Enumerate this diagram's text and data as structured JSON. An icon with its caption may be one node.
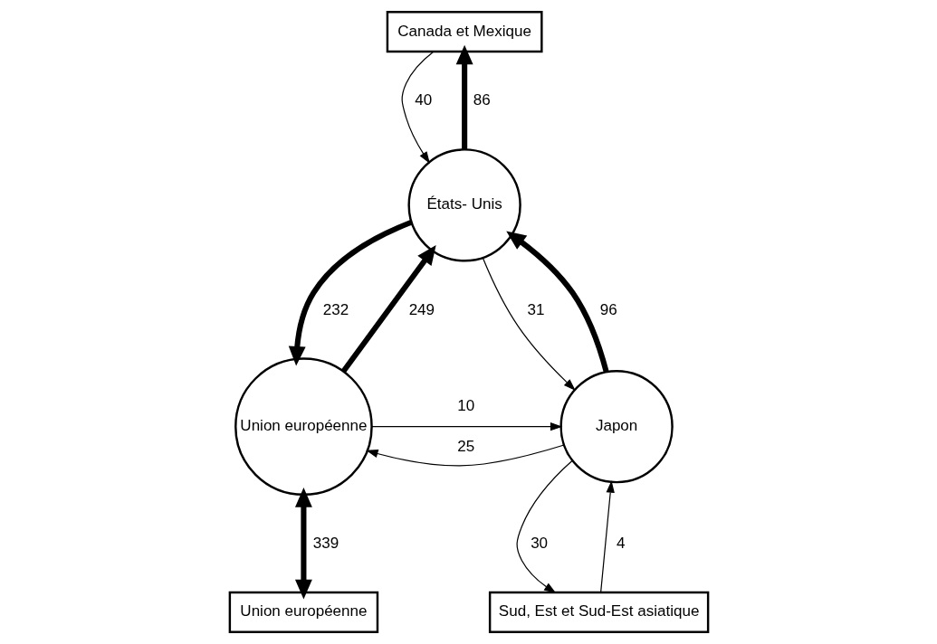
{
  "diagram": {
    "nodes": [
      {
        "text": [
          "Canada et Mexique"
        ]
      },
      {
        "text": [
          "États- Unis"
        ]
      },
      {
        "text": [
          "Union européenne"
        ]
      },
      {
        "text": [
          "Japon"
        ]
      },
      {
        "text": [
          "Union européenne"
        ]
      },
      {
        "text": [
          "Sud, Est et Sud-Est asiatique"
        ]
      }
    ],
    "edges": [
      {
        "from": 1,
        "to": 0,
        "arrow": "to",
        "label": "86",
        "style": "thick"
      },
      {
        "from": 0,
        "to": 1,
        "arrow": "to",
        "label": "40"
      },
      {
        "from": 2,
        "to": 1,
        "arrow": "to",
        "label": "249",
        "style": "thick"
      },
      {
        "from": 1,
        "to": 2,
        "arrow": "to",
        "label": "232",
        "style": "thick"
      },
      {
        "from": 1,
        "to": 3,
        "arrow": "to",
        "label": "31"
      },
      {
        "from": 3,
        "to": 1,
        "arrow": "to",
        "label": "96",
        "style": "thick"
      },
      {
        "from": 2,
        "to": 3,
        "arrow": "to",
        "label": "10"
      },
      {
        "from": 3,
        "to": 2,
        "arrow": "to",
        "label": "25"
      },
      {
        "from": 2,
        "to": 4,
        "arrow": "both",
        "label": "339",
        "style": "thick"
      },
      {
        "from": 3,
        "to": 5,
        "arrow": "to",
        "label": "30"
      },
      {
        "from": 5,
        "to": 3,
        "arrow": "to",
        "label": "4"
      }
    ]
  }
}
